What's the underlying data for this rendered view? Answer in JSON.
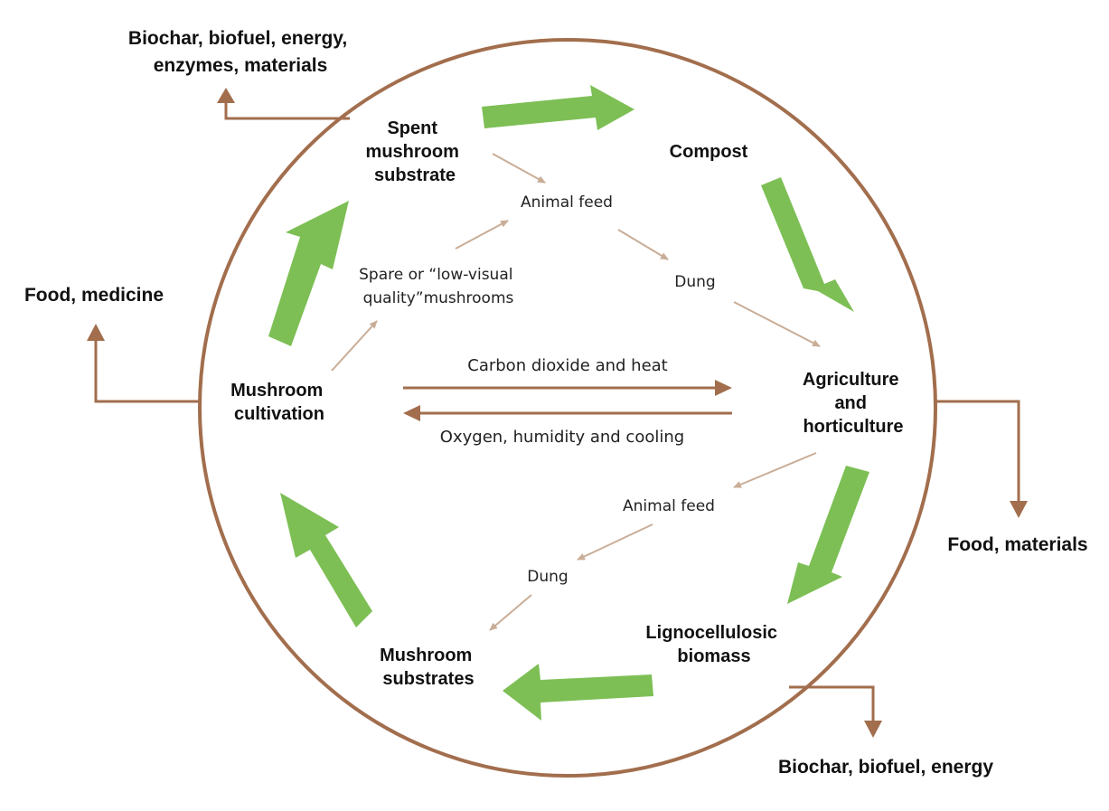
{
  "colors": {
    "circle": "#a26e4d",
    "cycle_arrow": "#7dbf55",
    "output_arrow": "#a26e4d",
    "inner_arrow": "#c9ad97",
    "exchange_arrow": "#a26e4d",
    "text": "#111111"
  },
  "nodes": {
    "spent_substrate": [
      "Spent",
      "mushroom",
      "substrate"
    ],
    "compost": [
      "Compost"
    ],
    "agriculture": [
      "Agriculture",
      "and",
      "horticulture"
    ],
    "lignocellulosic": [
      "Lignocellulosic",
      "biomass"
    ],
    "mushroom_substrates": [
      "Mushroom",
      "substrates"
    ],
    "mushroom_cultivation": [
      "Mushroom",
      "cultivation"
    ]
  },
  "inner": {
    "animal_feed_top": "Animal feed",
    "dung_top": "Dung",
    "spare_mushrooms": [
      "Spare or “low-visual",
      "quality”mushrooms"
    ],
    "animal_feed_bottom": "Animal feed",
    "dung_bottom": "Dung"
  },
  "exchange": {
    "to_agriculture": "Carbon dioxide and heat",
    "to_cultivation": "Oxygen, humidity and cooling"
  },
  "outputs": {
    "top_left": [
      "Biochar, biofuel, energy,",
      "enzymes, materials"
    ],
    "left": [
      "Food, medicine"
    ],
    "right": [
      "Food, materials"
    ],
    "bottom": [
      "Biochar, biofuel, energy"
    ]
  }
}
